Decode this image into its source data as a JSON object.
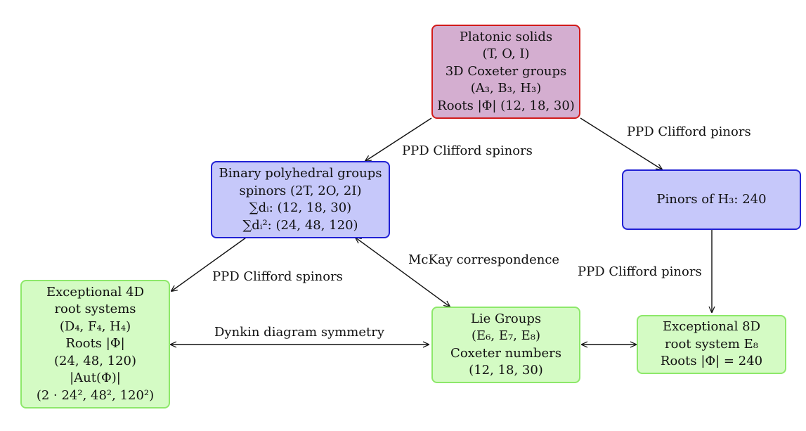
{
  "colors": {
    "root_fill": "#d4aed0",
    "root_border": "#d11a1a",
    "blue_fill": "#c6c8fa",
    "blue_border": "#2121d4",
    "green_fill": "#d4fbc4",
    "green_border": "#8de86a",
    "edge": "#111111"
  },
  "nodes": {
    "platonic": {
      "lines": [
        "Platonic solids",
        "(T, O, I)",
        "3D Coxeter groups",
        "(A₃, B₃, H₃)",
        "Roots |Φ| (12, 18, 30)"
      ]
    },
    "binary": {
      "lines": [
        "Binary polyhedral groups",
        "spinors (2T, 2O, 2I)",
        "∑dᵢ: (12, 18, 30)",
        "∑dᵢ²: (24, 48, 120)"
      ]
    },
    "pinors": {
      "lines": [
        "Pinors of H₃: 240"
      ]
    },
    "exc4d": {
      "lines": [
        "Exceptional 4D",
        "root systems",
        "(D₄, F₄, H₄)",
        "Roots |Φ|",
        "(24, 48, 120)",
        "|Aut(Φ)|",
        "(2 · 24², 48², 120²)"
      ]
    },
    "lie": {
      "lines": [
        "Lie Groups",
        "(E₆, E₇, E₈)",
        "Coxeter numbers",
        "(12, 18, 30)"
      ]
    },
    "exc8d": {
      "lines": [
        "Exceptional 8D",
        "root system E₈",
        "Roots |Φ| = 240"
      ]
    }
  },
  "edge_labels": {
    "spinors_top": "PPD Clifford spinors",
    "pinors_top": "PPD Clifford pinors",
    "mckay": "McKay correspondence",
    "spinors_left": "PPD Clifford spinors",
    "pinors_right": "PPD Clifford pinors",
    "dynkin": "Dynkin diagram symmetry"
  }
}
